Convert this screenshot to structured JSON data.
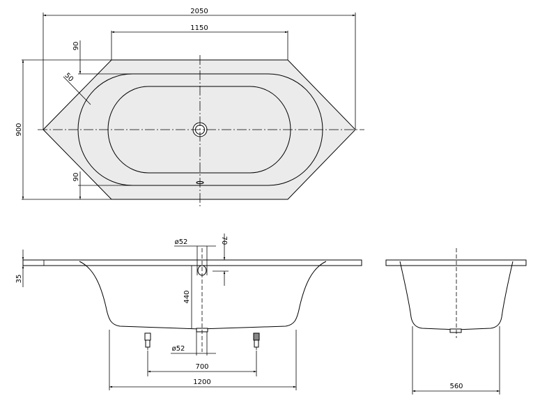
{
  "colors": {
    "surface_fill": "#ebebeb",
    "line": "#000000",
    "background": "#ffffff"
  },
  "top_view": {
    "dim_total_length": "2050",
    "dim_top_edge": "1150",
    "dim_width": "900",
    "dim_rim_top": "90",
    "dim_rim_bottom": "90",
    "dim_corner": "50"
  },
  "front_view": {
    "dim_overflow_diameter": "ø52",
    "dim_overflow_height": "70",
    "dim_rim_thickness": "35",
    "dim_depth": "440",
    "dim_drain_diameter": "ø52",
    "dim_feet_spacing": "700",
    "dim_base_length": "1200"
  },
  "side_view": {
    "dim_base_width": "560"
  }
}
